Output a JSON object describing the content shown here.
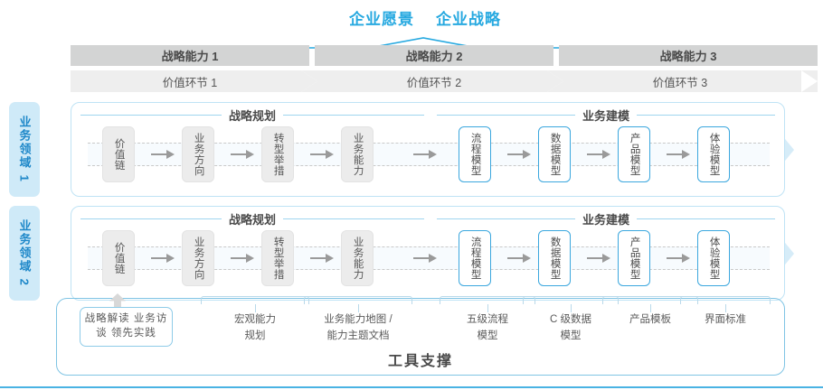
{
  "header": {
    "titles": [
      "企业愿景",
      "企业战略"
    ],
    "accent_color": "#27a9e0"
  },
  "capabilities": [
    {
      "label": "战略能力 1"
    },
    {
      "label": "战略能力 2"
    },
    {
      "label": "战略能力 3"
    }
  ],
  "value_links": [
    {
      "label": "价值环节 1"
    },
    {
      "label": "价值环节 2"
    },
    {
      "label": "价值环节 3"
    }
  ],
  "domains": [
    {
      "label": "业务领域 1"
    },
    {
      "label": "业务领域 2"
    }
  ],
  "sections": [
    {
      "label": "战略规划"
    },
    {
      "label": "业务建模"
    }
  ],
  "nodes": {
    "planning": [
      {
        "label": "价值链",
        "style": "gray"
      },
      {
        "label": "业务方向",
        "style": "gray"
      },
      {
        "label": "转型举措",
        "style": "gray"
      },
      {
        "label": "业务能力",
        "style": "gray"
      }
    ],
    "modeling": [
      {
        "label": "流程模型",
        "style": "blue"
      },
      {
        "label": "数据模型",
        "style": "blue"
      },
      {
        "label": "产品模型",
        "style": "blue"
      },
      {
        "label": "体验模型",
        "style": "blue"
      }
    ]
  },
  "callout": {
    "label": "战略解读\n业务访谈\n领先实践"
  },
  "annotations": [
    {
      "label": "宏观能力\n规划"
    },
    {
      "label": "业务能力地图 /\n能力主题文档"
    },
    {
      "label": "五级流程\n模型"
    },
    {
      "label": "C 级数据\n模型"
    },
    {
      "label": "产品模板"
    },
    {
      "label": "界面标准"
    }
  ],
  "footer": {
    "label": "工具支撑"
  },
  "colors": {
    "accent_blue": "#27a9e0",
    "node_blue_border": "#3ba7de",
    "node_gray_bg": "#ececec",
    "capability_bg": "#d3d4d4",
    "value_bar_bg": "#eeeeee",
    "domain_tab_bg": "#cfeaf8",
    "band_border": "#bfe3f5",
    "flow_arrow": "#d6ecf8"
  }
}
